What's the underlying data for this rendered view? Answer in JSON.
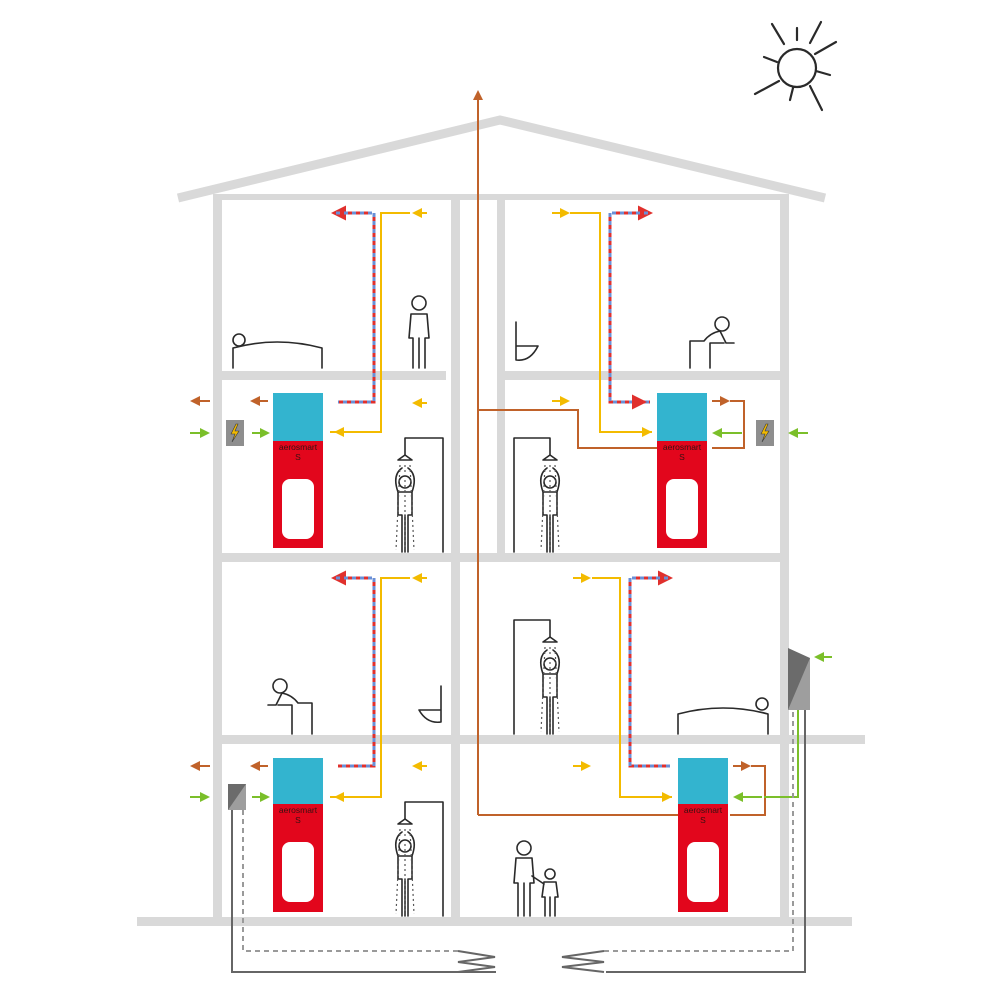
{
  "diagram": {
    "description": "House cross-section showing decentralised ventilation and hot-water heat pump units",
    "units": [
      {
        "id": "upper-left",
        "brand": "aerosmart",
        "model": "S"
      },
      {
        "id": "upper-right",
        "brand": "aerosmart",
        "model": "S"
      },
      {
        "id": "lower-left",
        "brand": "aerosmart",
        "model": "S"
      },
      {
        "id": "lower-right",
        "brand": "aerosmart",
        "model": "S"
      }
    ],
    "colors": {
      "wall": "#d9d9d9",
      "exhaust_air": "#c0622a",
      "supply_air": "#f3bb00",
      "fresh_air": "#7bbf2a",
      "warm_pipe": "#e0302d",
      "cold_pipe": "#6a8fd6",
      "unit_top": "#33b4cf",
      "unit_bottom": "#e2061c",
      "ground_loop": "#666666"
    },
    "icons": [
      "sun-icon",
      "bed-icon",
      "standing-person-icon",
      "sitting-person-icon",
      "toilet-icon",
      "shower-icon",
      "adult-child-icon",
      "filter-box-icon",
      "solar-collector-icon",
      "ground-heat-exchanger-icon"
    ]
  }
}
